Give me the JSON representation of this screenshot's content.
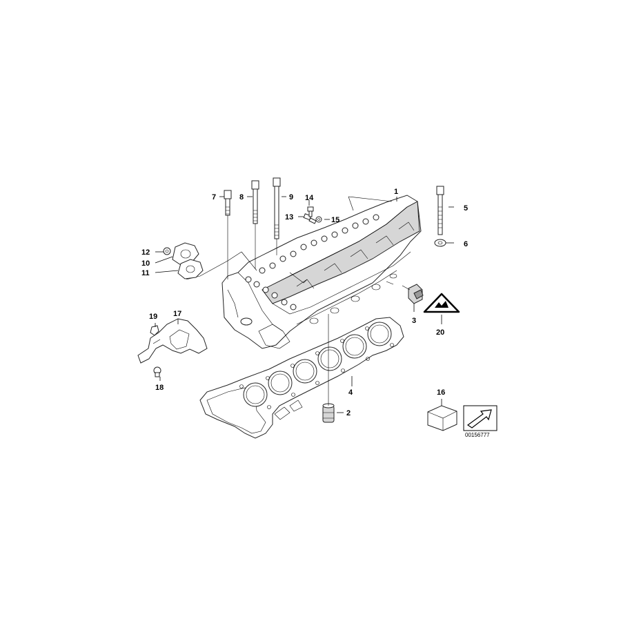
{
  "callouts": [
    {
      "id": "1",
      "label": "1"
    },
    {
      "id": "2",
      "label": "2"
    },
    {
      "id": "3",
      "label": "3"
    },
    {
      "id": "4",
      "label": "4"
    },
    {
      "id": "5",
      "label": "5"
    },
    {
      "id": "6",
      "label": "6"
    },
    {
      "id": "7",
      "label": "7"
    },
    {
      "id": "8",
      "label": "8"
    },
    {
      "id": "9",
      "label": "9"
    },
    {
      "id": "10",
      "label": "10"
    },
    {
      "id": "11",
      "label": "11"
    },
    {
      "id": "12",
      "label": "12"
    },
    {
      "id": "13",
      "label": "13"
    },
    {
      "id": "14",
      "label": "14"
    },
    {
      "id": "15",
      "label": "15"
    },
    {
      "id": "16",
      "label": "16"
    },
    {
      "id": "17",
      "label": "17"
    },
    {
      "id": "18",
      "label": "18"
    },
    {
      "id": "19",
      "label": "19"
    },
    {
      "id": "20",
      "label": "20"
    }
  ],
  "diagram_number": "00156777",
  "colors": {
    "line": "#000000",
    "part_fill": "#ffffff",
    "shade": "#d6d6d6",
    "background": "#ffffff"
  }
}
